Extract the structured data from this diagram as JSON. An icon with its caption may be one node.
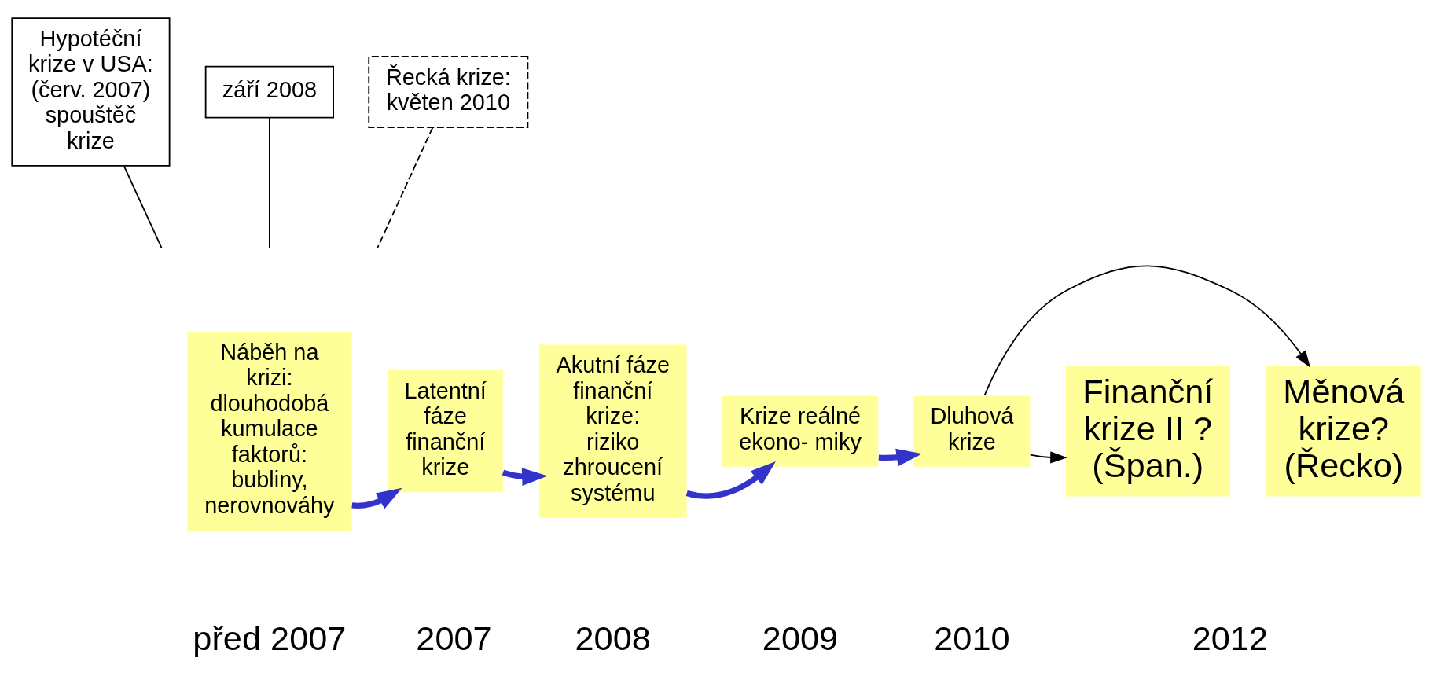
{
  "diagram": {
    "nodes": [
      {
        "text": [
          "Hypotéční krize v USA: (červ. 2007) spouštěč krize"
        ]
      },
      {
        "text": [
          "září 2008"
        ]
      },
      {
        "text": [
          "Řecká krize: květen 2010"
        ]
      },
      {
        "text": [
          "Náběh na krizi: dlouhodobá kumulace faktorů: bubliny, nerovnováhy"
        ]
      },
      {
        "text": [
          "Latentní fáze finanční krize"
        ]
      },
      {
        "text": [
          "Akutní fáze finanční krize: riziko zhroucení systému"
        ]
      },
      {
        "text": [
          "Krize reálné ekono- miky"
        ]
      },
      {
        "text": [
          "Dluhová krize"
        ]
      },
      {
        "text": [
          "Finanční krize II ? (Špan.)"
        ]
      },
      {
        "text": [
          "Měnová krize? (Řecko)"
        ]
      }
    ],
    "edges": [
      {
        "from": 3,
        "to": 4,
        "arrow": "to",
        "style": "thick",
        "color": "#3333cc"
      },
      {
        "from": 4,
        "to": 5,
        "arrow": "to",
        "style": "thick",
        "color": "#3333cc"
      },
      {
        "from": 5,
        "to": 6,
        "arrow": "to",
        "style": "thick",
        "color": "#3333cc"
      },
      {
        "from": 6,
        "to": 7,
        "arrow": "to",
        "style": "thick",
        "color": "#3333cc"
      },
      {
        "from": 7,
        "to": 8,
        "arrow": "to"
      },
      {
        "from": 7,
        "to": 9,
        "arrow": "to"
      },
      {
        "from": 0,
        "to": null,
        "arrow": "none"
      },
      {
        "from": 1,
        "to": null,
        "arrow": "none"
      },
      {
        "from": 2,
        "to": null,
        "arrow": "none",
        "style": "dashed"
      }
    ],
    "labels": [
      "před 2007",
      "2007",
      "2008",
      "2009",
      "2010",
      "2012"
    ]
  }
}
